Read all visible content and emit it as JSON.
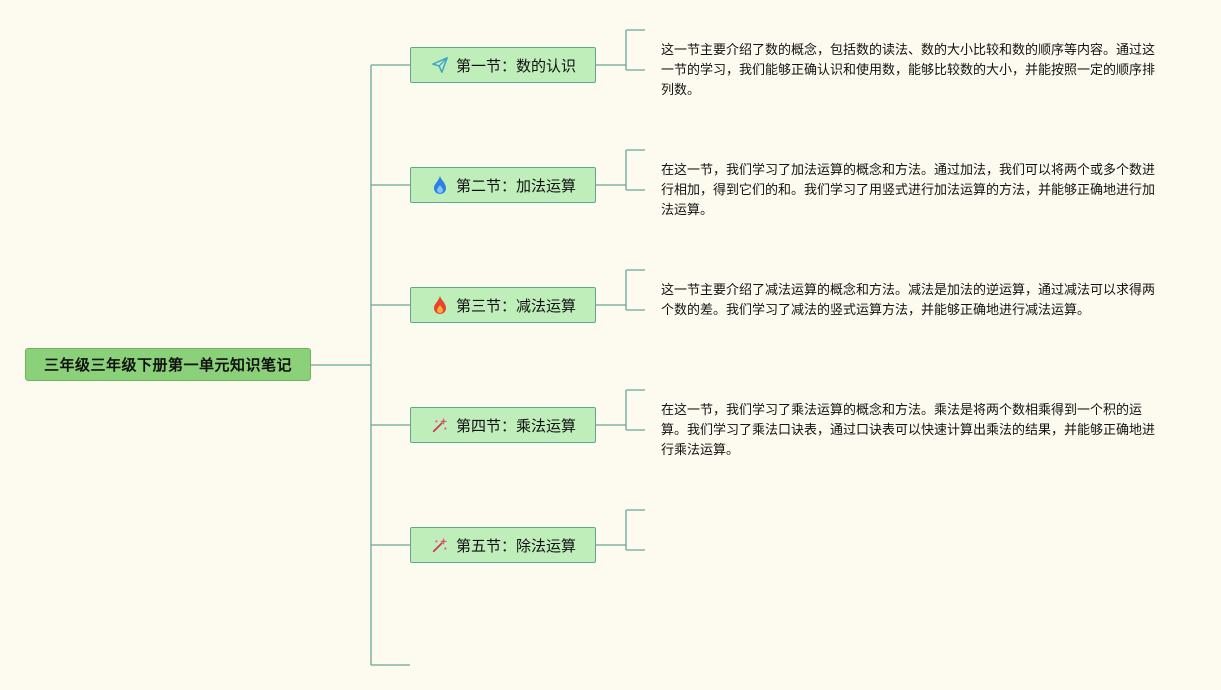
{
  "root": {
    "label": "三年级三年级下册第一单元知识笔记"
  },
  "sections": [
    {
      "label": "第一节：数的认识",
      "icon": "paper-plane-icon",
      "desc": "这一节主要介绍了数的概念，包括数的读法、数的大小比较和数的顺序等内容。通过这一节的学习，我们能够正确认识和使用数，能够比较数的大小，并能按照一定的顺序排列数。"
    },
    {
      "label": "第二节：加法运算",
      "icon": "blue-flame-icon",
      "desc": "在这一节，我们学习了加法运算的概念和方法。通过加法，我们可以将两个或多个数进行相加，得到它们的和。我们学习了用竖式进行加法运算的方法，并能够正确地进行加法运算。"
    },
    {
      "label": "第三节：减法运算",
      "icon": "red-flame-icon",
      "desc": "这一节主要介绍了减法运算的概念和方法。减法是加法的逆运算，通过减法可以求得两个数的差。我们学习了减法的竖式运算方法，并能够正确地进行减法运算。"
    },
    {
      "label": "第四节：乘法运算",
      "icon": "magic-wand-icon",
      "desc": "在这一节，我们学习了乘法运算的概念和方法。乘法是将两个数相乘得到一个积的运算。我们学习了乘法口诀表，通过口诀表可以快速计算出乘法的结果，并能够正确地进行乘法运算。"
    },
    {
      "label": "第五节：除法运算",
      "icon": "magic-wand-icon",
      "desc": ""
    }
  ]
}
